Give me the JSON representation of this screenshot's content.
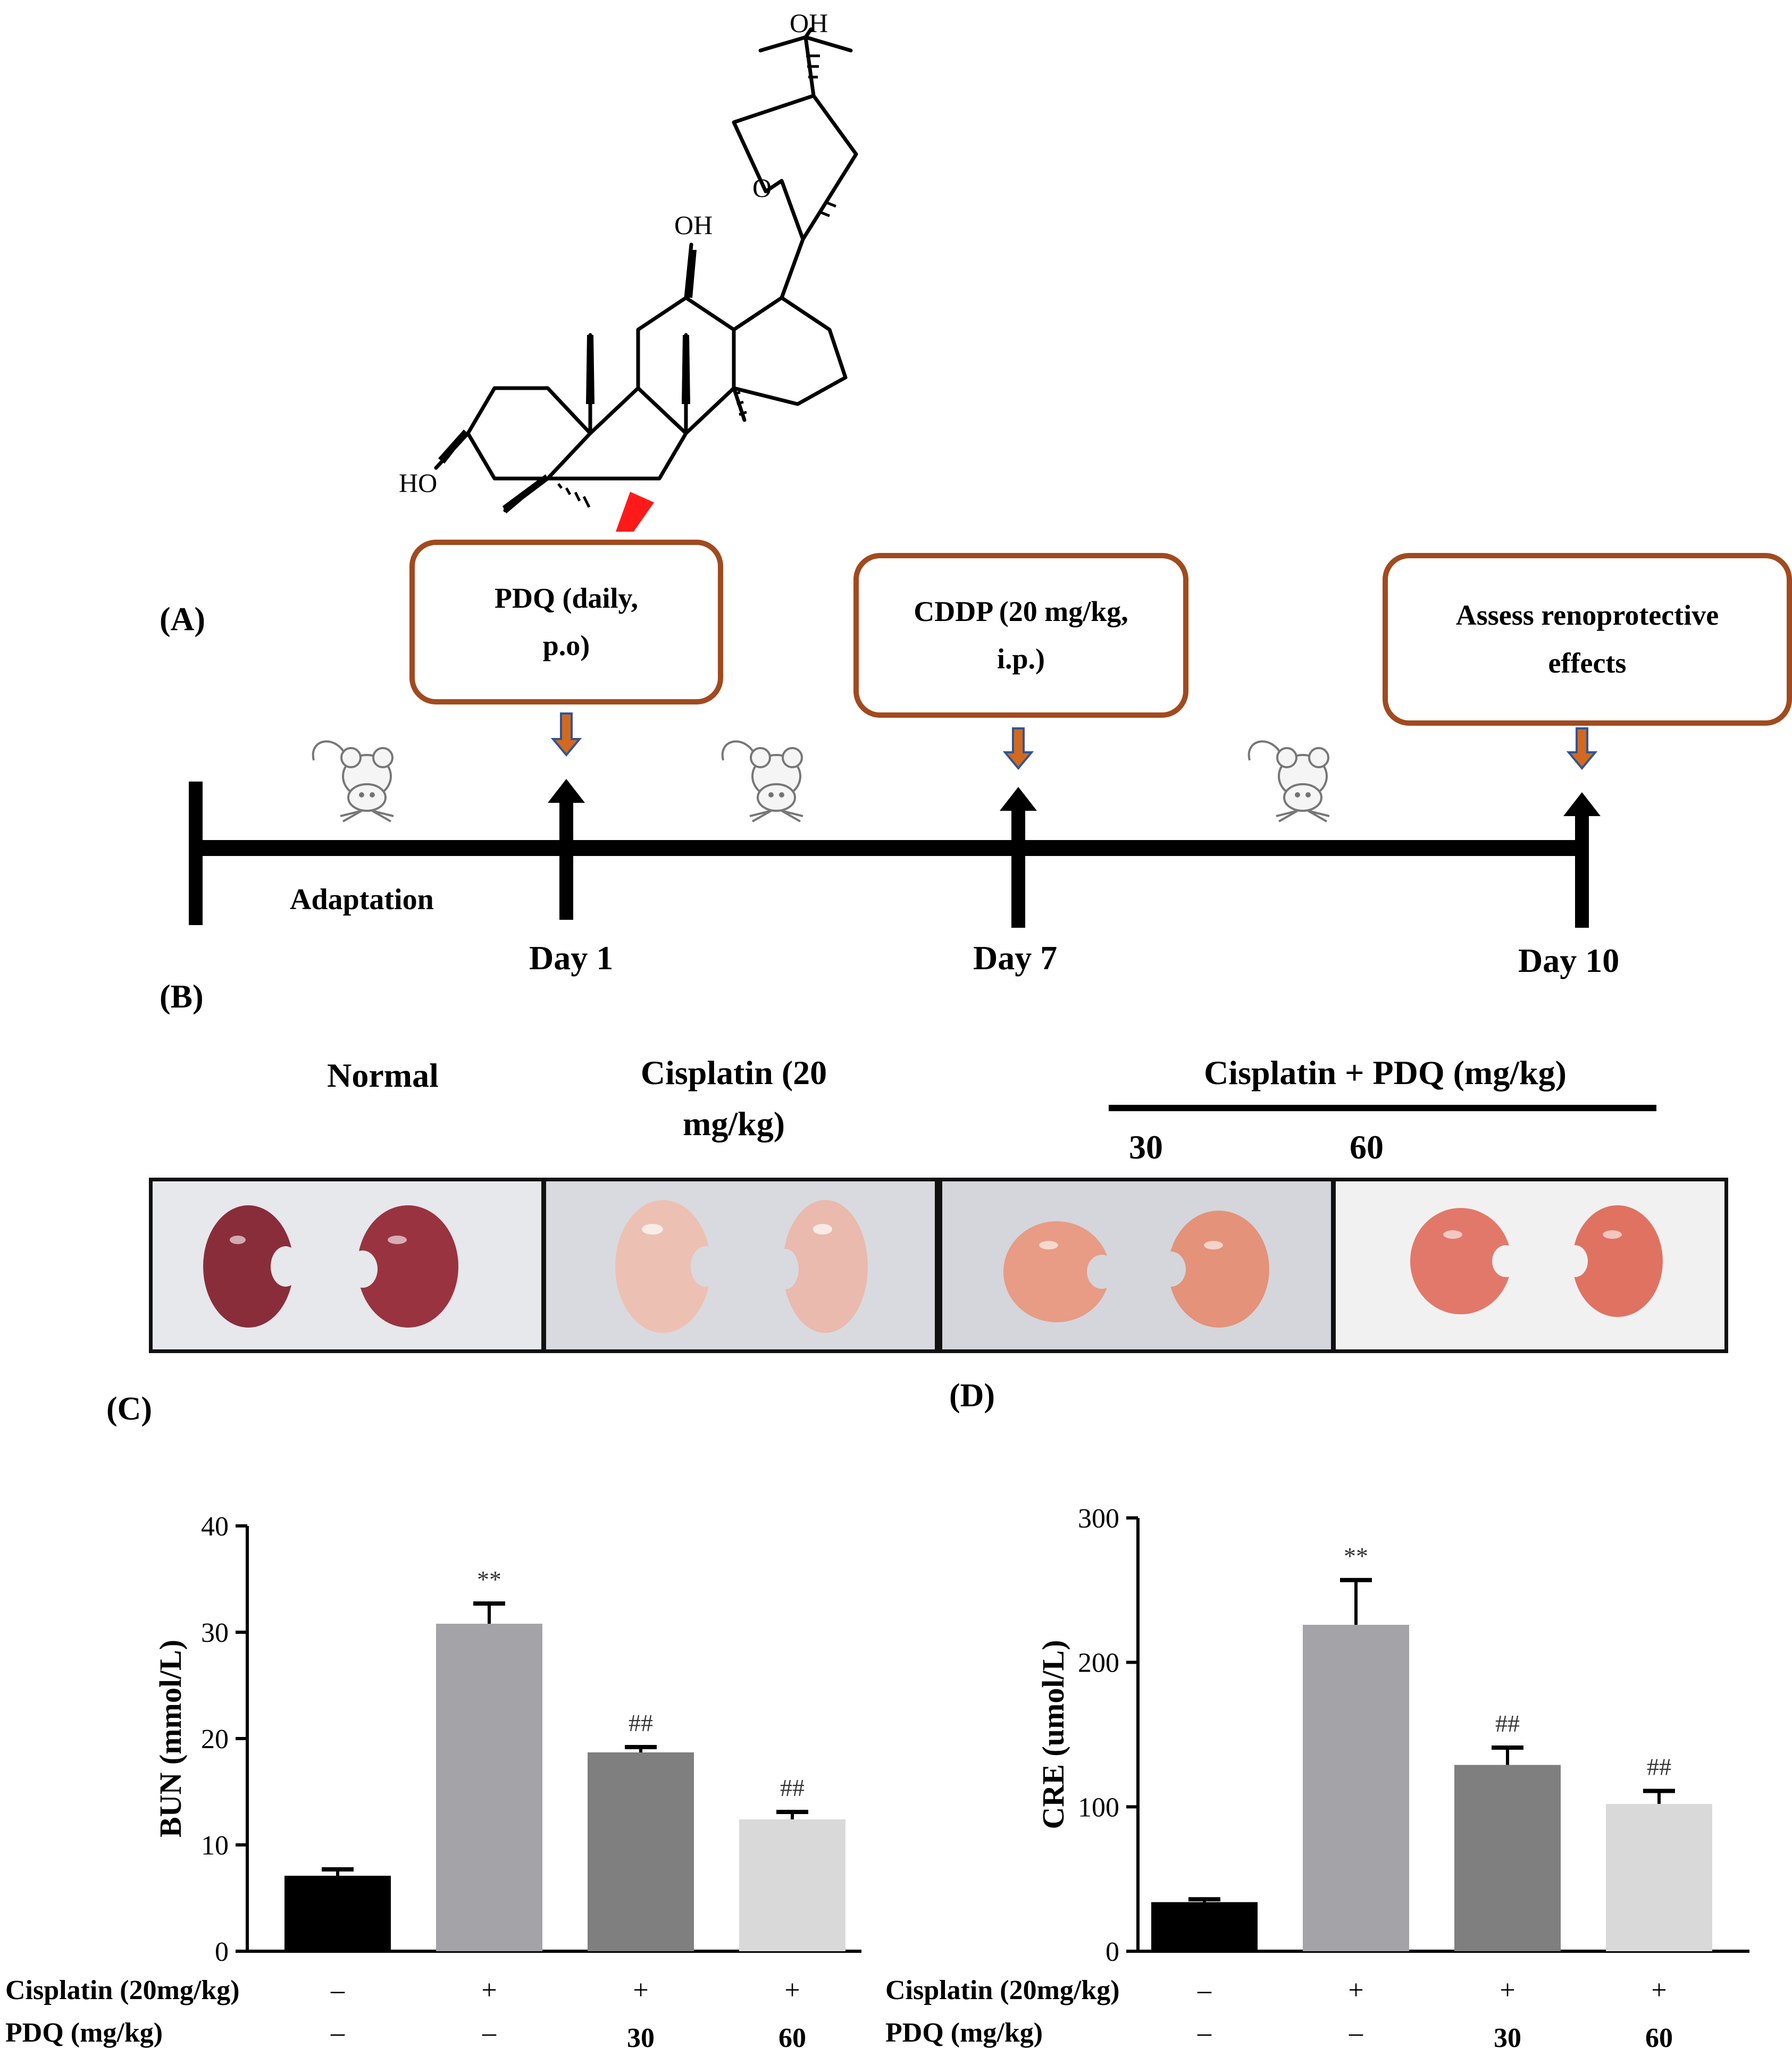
{
  "panels": {
    "A": "(A)",
    "B": "(B)",
    "C": "(C)",
    "D": "(D)"
  },
  "structure": {
    "oh_top": "OH",
    "o_ring": "O",
    "oh_12": "OH",
    "ho_3": "HO"
  },
  "timeline": {
    "box_pdq": [
      "PDQ (daily,",
      "p.o)"
    ],
    "box_cddp": [
      "CDDP (20 mg/kg,",
      "i.p.)"
    ],
    "box_assess": [
      "Assess renoprotective",
      "effects"
    ],
    "adaptation": "Adaptation",
    "days": [
      "Day 1",
      "Day 7",
      "Day 10"
    ],
    "colors": {
      "box_border": "#a14a1e",
      "arrow_down": "#d2691e",
      "arrow_outline": "#2f5597",
      "red_arrow": "#ff1a1a"
    }
  },
  "photos": {
    "groups": {
      "normal": "Normal",
      "cisplatin": [
        "Cisplatin (20",
        "mg/kg)"
      ],
      "combo": "Cisplatin + PDQ (mg/kg)",
      "dose_30": "30",
      "dose_60": "60"
    },
    "kidney_colors": [
      "#8a2d3a",
      "#ecc1b4",
      "#e89b85",
      "#e2786a"
    ],
    "background_colors": [
      "#e7e8ec",
      "#d9dadf",
      "#d4d6db",
      "#f2f1f1"
    ]
  },
  "chart_data": [
    {
      "type": "bar",
      "panel": "C",
      "ylabel": "BUN  (mmol/L)",
      "ylim": [
        0,
        40
      ],
      "yticks": [
        "0",
        "10",
        "20",
        "30",
        "40"
      ],
      "values": [
        7.1,
        30.8,
        18.7,
        12.4
      ],
      "errors": [
        0.6,
        1.9,
        0.5,
        0.7
      ],
      "colors": [
        "#000000",
        "#a4a4a8",
        "#7f7f7f",
        "#d9d9d9"
      ],
      "annotations": [
        "",
        "**",
        "##",
        "##"
      ],
      "rows": [
        {
          "label": "Cisplatin (20mg/kg)",
          "values": [
            "–",
            "+",
            "+",
            "+"
          ]
        },
        {
          "label": "PDQ (mg/kg)",
          "values": [
            "–",
            "–",
            "30",
            "60"
          ]
        }
      ]
    },
    {
      "type": "bar",
      "panel": "D",
      "ylabel": "CRE (umol/L)",
      "ylim": [
        0,
        300
      ],
      "yticks": [
        "0",
        "100",
        "200",
        "300"
      ],
      "values": [
        34,
        226,
        129,
        102
      ],
      "errors": [
        2,
        31,
        12,
        9
      ],
      "colors": [
        "#000000",
        "#a4a4a8",
        "#7f7f7f",
        "#d9d9d9"
      ],
      "annotations": [
        "",
        "**",
        "##",
        "##"
      ],
      "rows": [
        {
          "label": "Cisplatin (20mg/kg)",
          "values": [
            "–",
            "+",
            "+",
            "+"
          ]
        },
        {
          "label": "PDQ (mg/kg)",
          "values": [
            "–",
            "–",
            "30",
            "60"
          ]
        }
      ]
    }
  ]
}
